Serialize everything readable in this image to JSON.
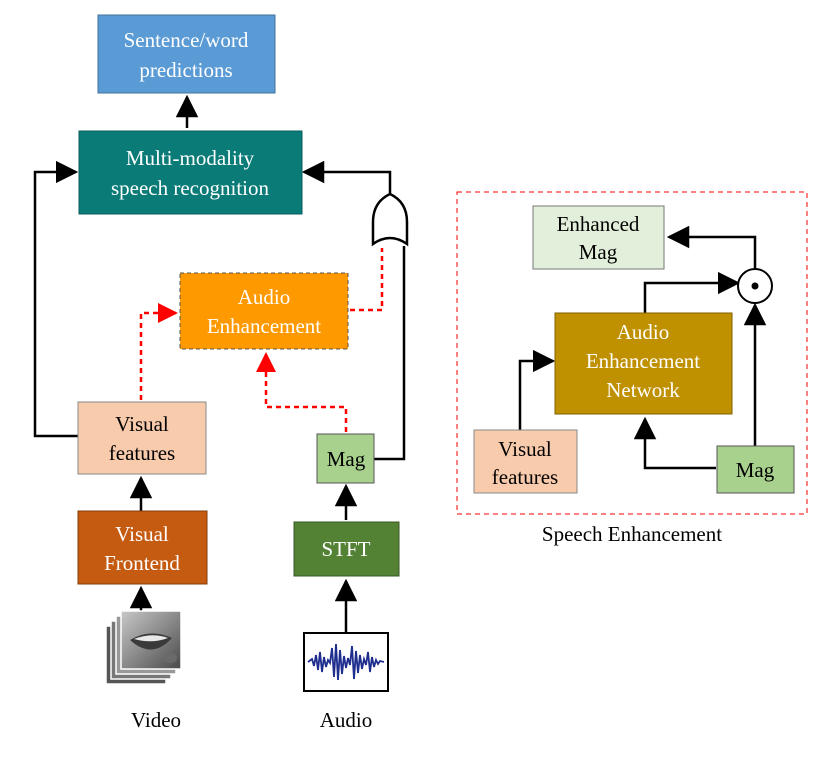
{
  "blocks": {
    "predictions": {
      "line1": "Sentence/word",
      "line2": "predictions",
      "fill": "#5b9bd5",
      "text_color": "#ffffff"
    },
    "recognition": {
      "line1": "Multi-modality",
      "line2": "speech recognition",
      "fill": "#0b7b78",
      "text_color": "#ffffff"
    },
    "audio_enhancement": {
      "line1": "Audio",
      "line2": "Enhancement",
      "fill": "#ff9900",
      "text_color": "#ffffff"
    },
    "visual_features": {
      "line1": "Visual",
      "line2": "features",
      "fill": "#f8cbad",
      "text_color": "#000000"
    },
    "visual_frontend": {
      "line1": "Visual",
      "line2": "Frontend",
      "fill": "#c55a11",
      "text_color": "#ffffff"
    },
    "mag": {
      "label": "Mag",
      "fill": "#a9d18e",
      "text_color": "#000000"
    },
    "stft": {
      "label": "STFT",
      "fill": "#548235",
      "text_color": "#ffffff"
    }
  },
  "inputs": {
    "video_label": "Video",
    "audio_label": "Audio"
  },
  "inset": {
    "caption": "Speech Enhancement",
    "border_color": "#ff0000",
    "enhanced_mag": {
      "line1": "Enhanced",
      "line2": "Mag",
      "fill": "#e2efda"
    },
    "network": {
      "line1": "Audio",
      "line2": "Enhancement",
      "line3": "Network",
      "fill": "#bf9000",
      "text_color": "#ffffff"
    },
    "visual_features": {
      "line1": "Visual",
      "line2": "features",
      "fill": "#f8cbad"
    },
    "mag": {
      "label": "Mag",
      "fill": "#a9d18e"
    },
    "multiply_symbol": "⊙"
  },
  "colors": {
    "arrow": "#000000",
    "dashed_arrow": "#ff0000"
  }
}
